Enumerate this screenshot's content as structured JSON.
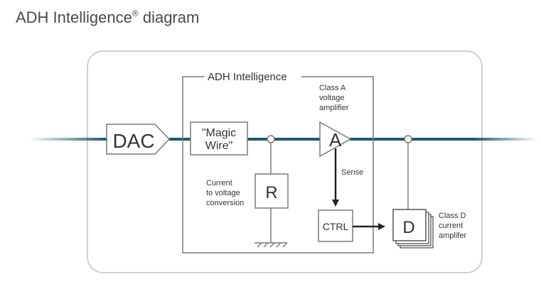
{
  "page": {
    "title": "ADH Intelligence",
    "title_mark": "®",
    "title_suffix": " diagram"
  },
  "diagram": {
    "group_label": "ADH Intelligence",
    "dac_label": "DAC",
    "magic_wire_line1": "\"Magic",
    "magic_wire_line2": "Wire\"",
    "class_a_line1": "Class A",
    "class_a_line2": "voltage",
    "class_a_line3": "amplifier",
    "amp_a_label": "A",
    "sense_label": "Sense",
    "current_line1": "Current",
    "current_line2": "to voltage",
    "current_line3": "conversion",
    "resistor_label": "R",
    "ctrl_label": "CTRL",
    "d_label": "D",
    "class_d_line1": "Class D",
    "class_d_line2": "current",
    "class_d_line3": "amplifer"
  },
  "colors": {
    "signal_line": "#1e5a6e",
    "box_stroke": "#7a7a7a",
    "outer_stroke": "#cfcfcf",
    "text": "#333333"
  }
}
